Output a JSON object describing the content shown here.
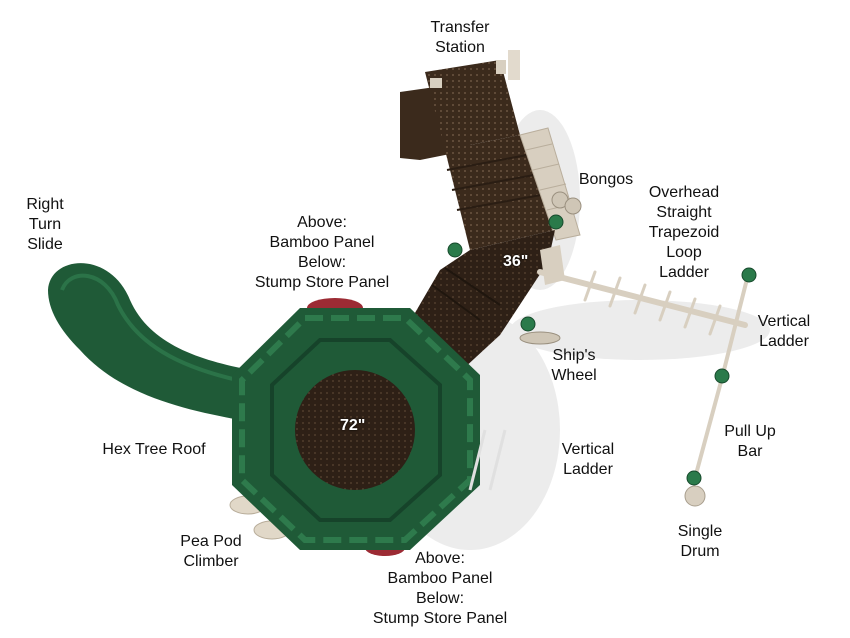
{
  "labels": {
    "transfer_station": [
      "Transfer",
      "Station"
    ],
    "bongos": [
      "Bongos"
    ],
    "overhead_ladder": [
      "Overhead",
      "Straight",
      "Trapezoid",
      "Loop",
      "Ladder"
    ],
    "right_turn_slide": [
      "Right",
      "Turn",
      "Slide"
    ],
    "bamboo_top": [
      "Above:",
      "Bamboo Panel",
      "Below:",
      "Stump Store Panel"
    ],
    "vertical_ladder_right": [
      "Vertical",
      "Ladder"
    ],
    "ships_wheel": [
      "Ship's",
      "Wheel"
    ],
    "hex_tree_roof": [
      "Hex Tree Roof"
    ],
    "vertical_ladder_mid": [
      "Vertical",
      "Ladder"
    ],
    "pull_up_bar": [
      "Pull Up",
      "Bar"
    ],
    "single_drum": [
      "Single",
      "Drum"
    ],
    "pea_pod_climber": [
      "Pea Pod",
      "Climber"
    ],
    "bamboo_bottom": [
      "Above:",
      "Bamboo Panel",
      "Below:",
      "Stump Store Panel"
    ]
  },
  "measurements": {
    "deck_height_36": "36\"",
    "deck_height_72": "72\""
  },
  "colors": {
    "roof_green": "#1f5a37",
    "roof_dark": "#163f27",
    "deck_brown": "#3b2a1c",
    "deck_brown_light": "#4a3727",
    "post_green": "#2a7a4a",
    "metal_tan": "#d8cfc0",
    "accent_red": "#9c2b34",
    "shadow": "#e6e6e6"
  }
}
